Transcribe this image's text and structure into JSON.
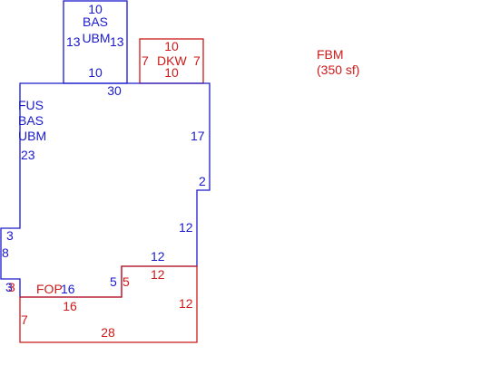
{
  "colors": {
    "blue": "#1a1acc",
    "red": "#cc1a1a"
  },
  "bas_top": {
    "dim_top": "10",
    "label1": "BAS",
    "label2": "UBM",
    "dim_left": "13",
    "dim_right": "13",
    "dim_bottom": "10"
  },
  "dkw": {
    "dim_top": "10",
    "dim_left": "7",
    "label": "DKW",
    "dim_right": "7",
    "dim_bottom": "10"
  },
  "fbm_note": {
    "label": "FBM",
    "area": "(350 sf)"
  },
  "main": {
    "dim_top": "30",
    "label1": "FUS",
    "label2": "BAS",
    "label3": "UBM",
    "dim_left": "23",
    "dim_right_upper": "17",
    "dim_step_small": "2",
    "dim_right_mid": "12",
    "dim_left_step": "3",
    "dim_left_lower": "8",
    "dim_step_bottom": "12",
    "dim_notch_right": "5"
  },
  "fop": {
    "dim_left_blue": "3",
    "dim_left_red": "3",
    "label": "FOP",
    "dim_top": "16"
  },
  "red_lower": {
    "dim_notch": "5",
    "dim_top": "12",
    "dim_right": "12",
    "dim_fop_bottom": "16",
    "dim_left": "7",
    "dim_bottom": "28"
  }
}
